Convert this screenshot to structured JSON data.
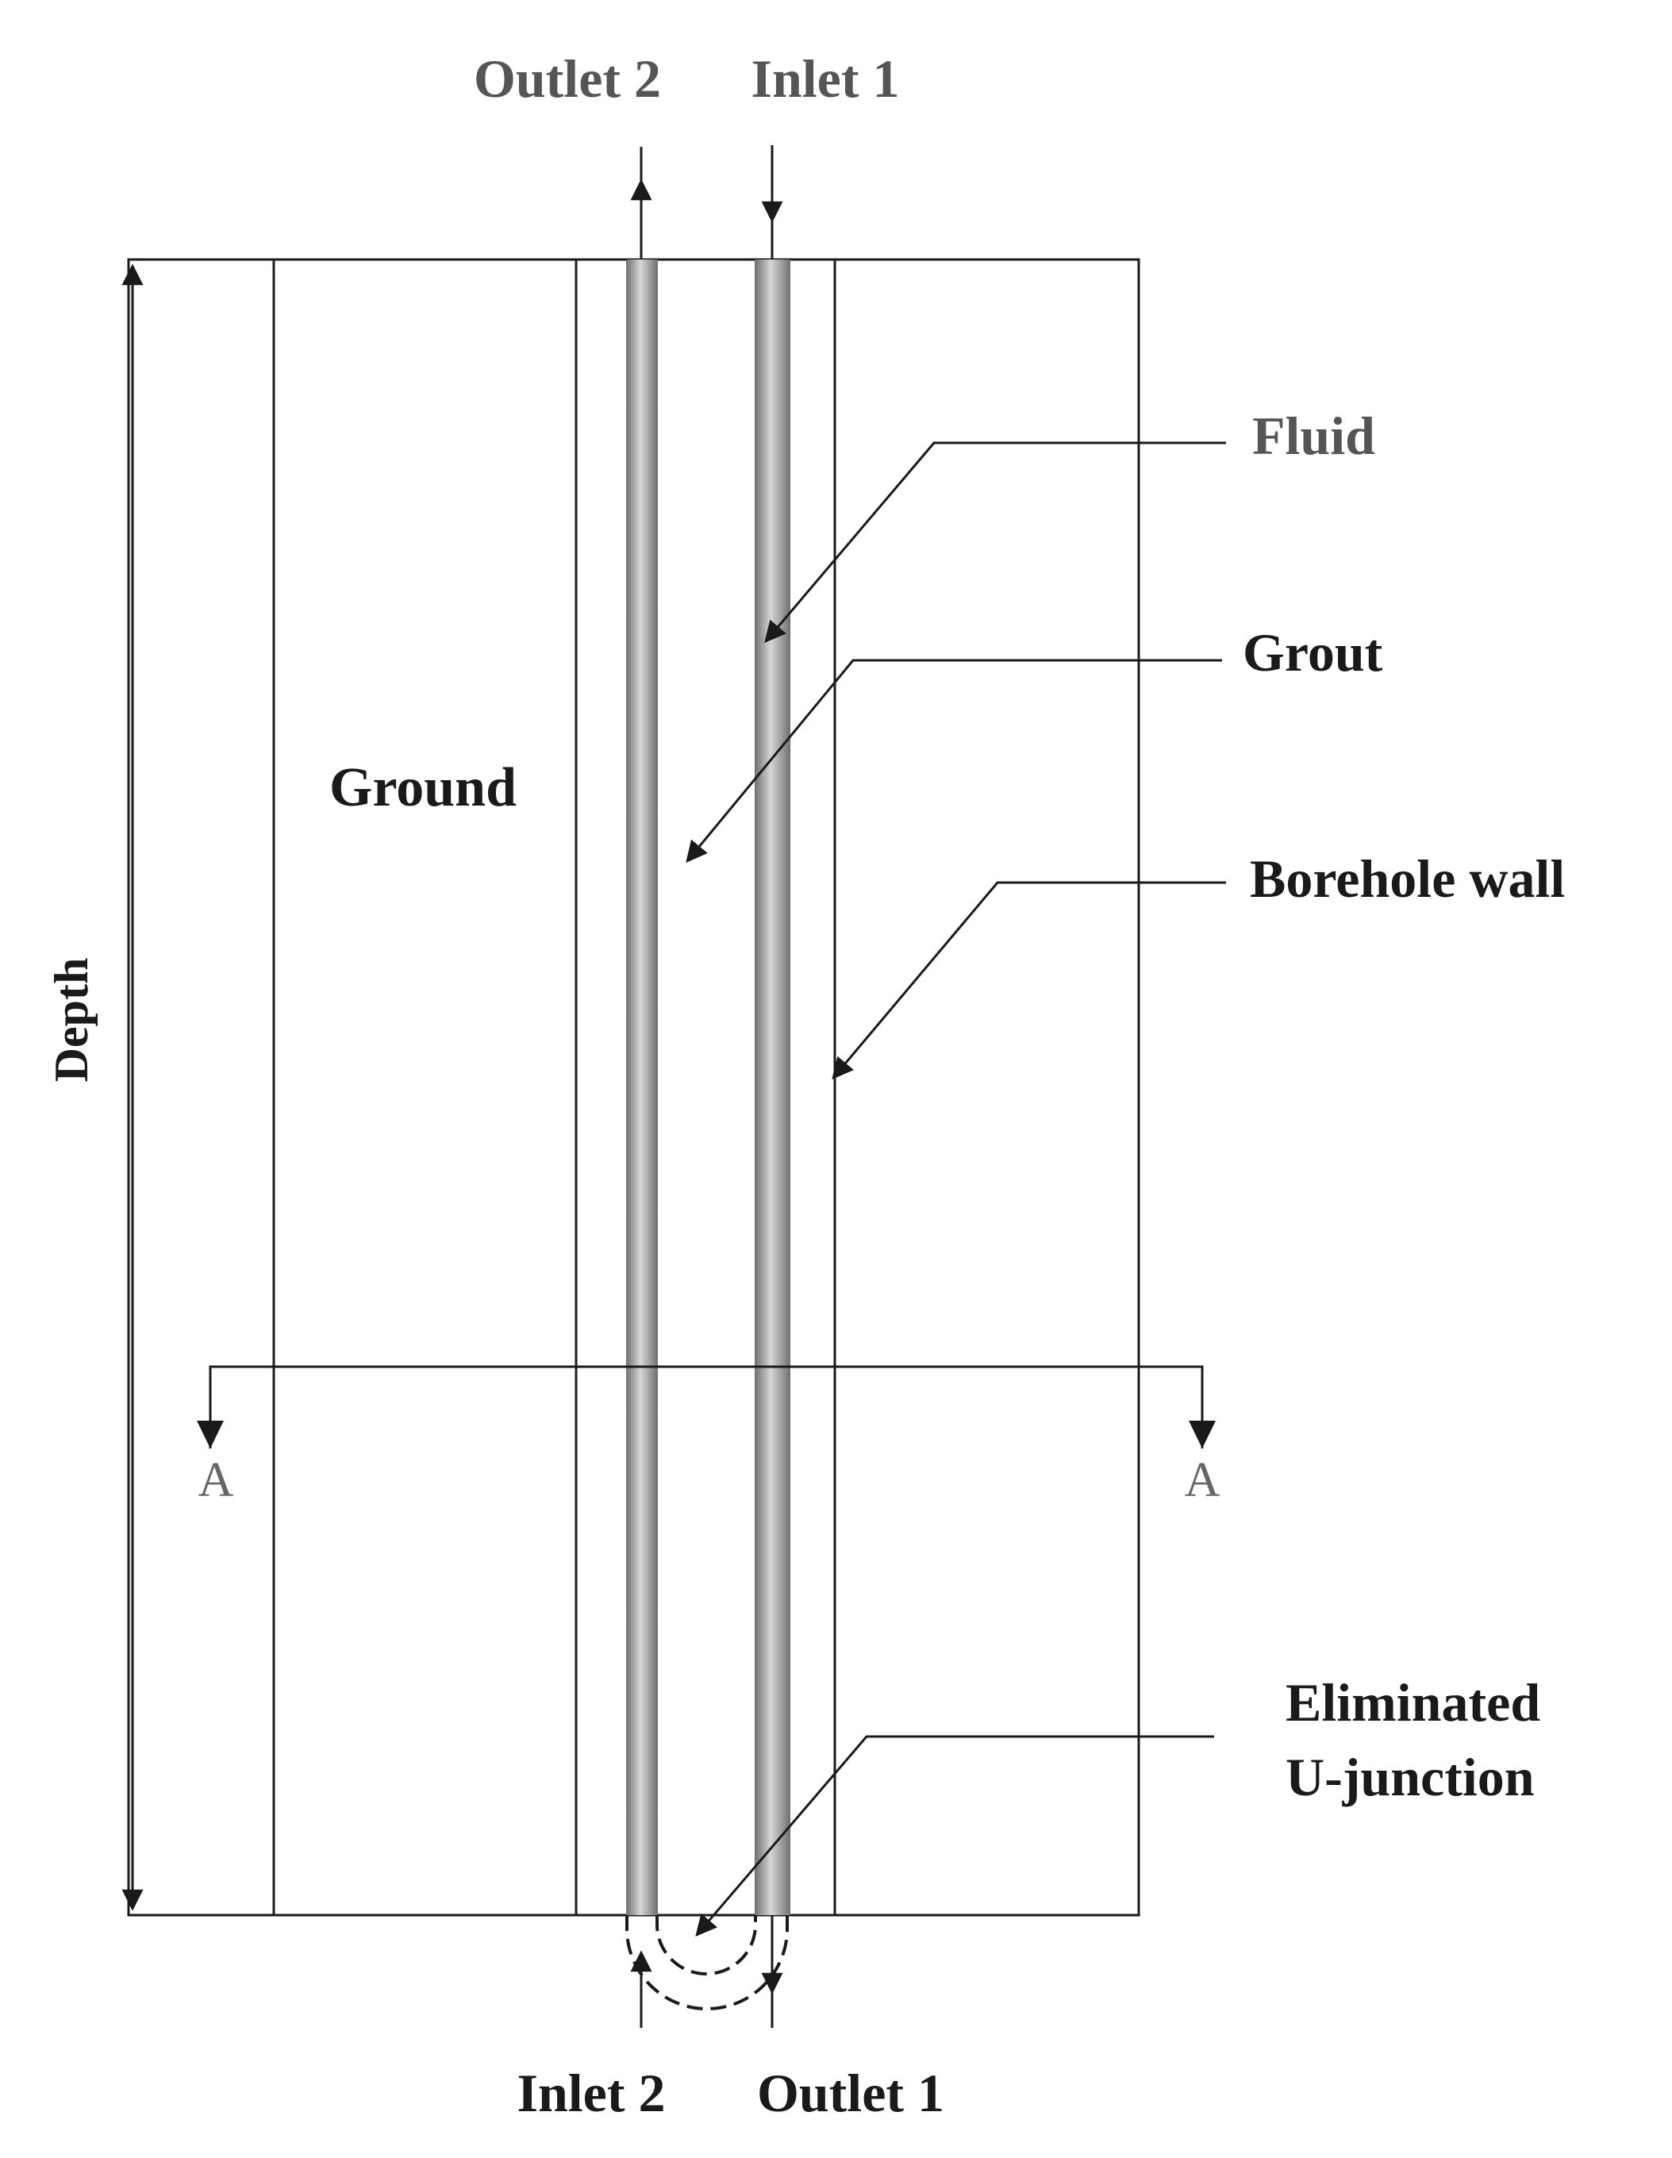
{
  "labels": {
    "outlet2_top": "Outlet 2",
    "inlet1_top": "Inlet 1",
    "fluid": "Fluid",
    "grout": "Grout",
    "ground": "Ground",
    "borehole_wall": "Borehole wall",
    "depth": "Depth",
    "section_left": "A",
    "section_right": "A",
    "eliminated_line1": "Eliminated",
    "eliminated_line2": "U-junction",
    "inlet2_bottom": "Inlet 2",
    "outlet1_bottom": "Outlet 1"
  },
  "colors": {
    "line": "#1a1a1a",
    "text": "#1a1a1a",
    "top_label_text": "#555555",
    "section_text": "#666666",
    "pipe_dark": "#8a8a8a",
    "pipe_light": "#d8d8d8"
  }
}
